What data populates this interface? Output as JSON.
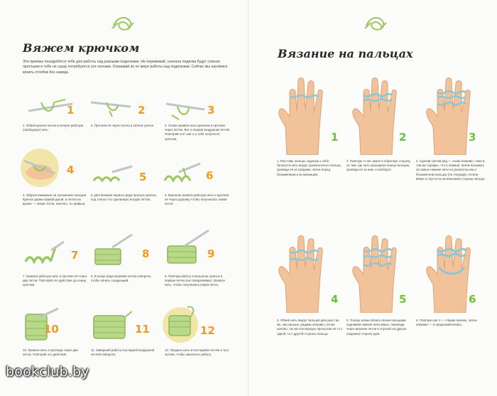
{
  "left": {
    "title": "Вяжем крючком",
    "intro": "Эти приёмы понадобятся тебе для работы над разными поделками. Не переживай, сначала поделки будут совсем простыми и тебе не сразу потребуются эти техники. Осваивай их по мере работы над поделками. Сейчас мы научимся вязать столбик без накида.",
    "steps": [
      {
        "num": "1",
        "caption": "1. Обвей крючок нитью в начале рабочую (свободную) нить."
      },
      {
        "num": "2",
        "caption": "2. Протяни её через петлю и затяни узелок."
      },
      {
        "num": "3",
        "caption": "3. Снова захвати нить крючком и протяни через петлю. Вот и первая воздушная петля! Повторяй этот шаг и у тебя получится цепочка."
      },
      {
        "num": "4",
        "caption": "4. Обрати внимание на положение пальцев. Крючок держи правой рукой, а петлю на время — левой. Если, конечно, ты правша."
      },
      {
        "num": "5",
        "caption": "5. Для вязания первого ряда просунь крючок под только что сделанную вторую петлю."
      },
      {
        "num": "6",
        "caption": "6. Крючком захвати рабочую нить и протяни её через дорожку чтобы получилась новая петля."
      },
      {
        "num": "7",
        "caption": "7. Захвати рабочую нить и протяни её через две петли. Повторяй это действие до конца цепочки."
      },
      {
        "num": "8",
        "caption": "8. В конце ряда провяжи петлю поворота, чтобы начать следующий."
      },
      {
        "num": "9",
        "caption": "9. Повтори работу в прошлом, крючок в первую петлю (не поворачиваю). Захвати нить, чтобы получилась новая петля."
      },
      {
        "num": "10",
        "caption": "10. Захвати нить и протащи через две петли. Повторяй это действие."
      },
      {
        "num": "11",
        "caption": "11. Завершай работу последней воздушной петлёй поворота."
      },
      {
        "num": "12",
        "caption": "12. Продень нить в последнюю петлю и туго затяни, чтобы закончить работу."
      }
    ]
  },
  "right": {
    "title": "Вязание на пальцах",
    "steps": [
      {
        "num": "1",
        "caption": "1. Расставь пальцы ладонью к себе. Пропусти нить вокруг указательного пальца, проведи её за средним, затем перед безымянным и за мизинцем."
      },
      {
        "num": "2",
        "caption": "2. Повтори то же самое в обратную сторону, но там, где нить проходила перед пальцем, проведи её за ним, и наоборот."
      },
      {
        "num": "3",
        "caption": "3. Сделай третий ряд — слева направо, тоже в том же порядке, что и первый. Затем возьмись за самые нижние нити на указательном и безымянном пальцах (по очереди), потяни вверх и спусти их на внешнюю сторону пальца."
      },
      {
        "num": "4",
        "caption": "4. Обвей нить вокруг пальцев два раза так же, как раньше, рядами направо, потом налево, так же поочерёдно пропуская её то с одной, то с другой стороны пальца."
      },
      {
        "num": "5",
        "caption": "5. Теперь можно вязать всеми пальцами: поднимай нижние нити вверх, переводи через верхние петли и спускай на другую (заднюю) сторону руки."
      },
      {
        "num": "6",
        "caption": "6. Повтори шаг 4 — справа налево, затем направо — и продолжай вязать."
      }
    ]
  },
  "watermark": "bookclub.by",
  "colors": {
    "accent_orange": "#f39a1e",
    "accent_green": "#6fbf3c",
    "yarn_blue": "#8ec7d4",
    "yarn_green": "#9cc760",
    "skin": "#f2c39b"
  }
}
